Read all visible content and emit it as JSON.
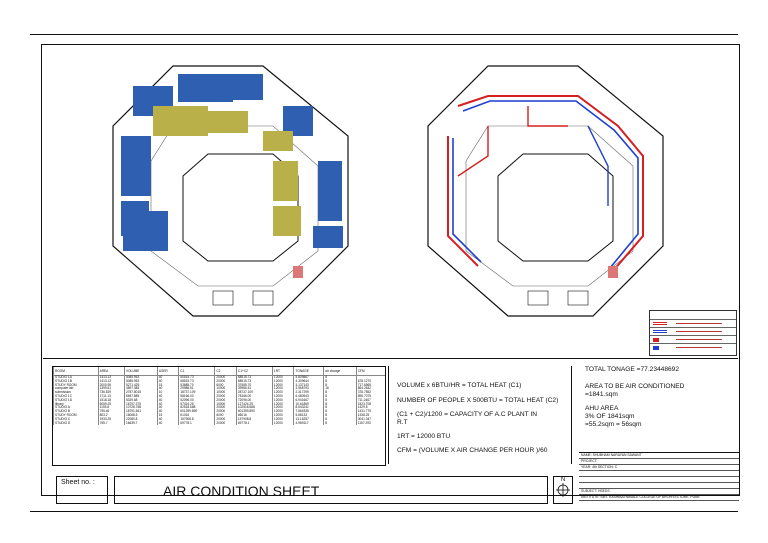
{
  "drawing_title": "AIR CONDITION SHEET",
  "sheet_label": "Sheet no. :",
  "north_label": "N",
  "table": {
    "headers": [
      "ROOM",
      "AREA",
      "VOLUME",
      "USER",
      "C1",
      "C2",
      "C1+C2",
      "1RT",
      "TONAGE",
      "air change",
      "CFM"
    ],
    "rows": [
      [
        "STUDIO 1A",
        "1413.13",
        "5085.953",
        "40",
        "50515.73",
        "20000",
        "68515.73",
        "12000",
        "5.809867",
        "8",
        ""
      ],
      [
        "STUDIO 1B",
        "1413.13",
        "5085.953",
        "40",
        "68515.73",
        "20000",
        "68515.73",
        "12000",
        "4.309644",
        "8",
        "678.1270"
      ],
      [
        "STUDY ROOM",
        "2000.95",
        "5271.425",
        "15",
        "53685.70",
        "6000",
        "37685.70",
        "12000",
        "3.137143",
        "8",
        "717.6565"
      ],
      [
        "computer lab",
        "1399.51",
        "4897.385",
        "40",
        "29985.51",
        "10000",
        "39985.51",
        "12000",
        "3.968793",
        "16",
        "864.2642"
      ],
      [
        "submission",
        "736.529",
        "2787.8015",
        "10",
        "18737.109",
        "10000",
        "28737.109",
        "12000",
        "2.317299",
        "8",
        "378.7852"
      ],
      [
        "STUDIO 1C",
        "1711.13",
        "6657.885",
        "40",
        "58166.00",
        "20000",
        "78166.00",
        "12000",
        "6.480943",
        "8",
        "895.7075"
      ],
      [
        "STUDIO 1D",
        "1518.18",
        "5329.68",
        "40",
        "52096.00",
        "20000",
        "72096.00",
        "12000",
        "6.941667",
        "8",
        "711.2467"
      ],
      [
        "library",
        "6059.25",
        "16797.375",
        "40",
        "97424.25",
        "10000",
        "127424.25",
        "12000",
        "10.61869",
        "8",
        "1523.708"
      ],
      [
        "STUDIO A",
        "1193.8",
        "10728.768",
        "40",
        "82518.688",
        "20000",
        "102518.688",
        "12000",
        "8.543241",
        "8",
        "1429.5"
      ],
      [
        "STUDIO B",
        "795.46",
        "18791.561",
        "40",
        "601359.890",
        "20000",
        "601359.890",
        "12000",
        "7.564335",
        "8",
        "1431.775"
      ],
      [
        "STUDY ROOM",
        "803.2",
        "16068.5",
        "15",
        "61016",
        "6000",
        "66016",
        "12000",
        "5.68133",
        "8",
        "1338.25"
      ],
      [
        "STUDIO C",
        "1933.25",
        "22080.8",
        "40",
        "157908.8",
        "20000",
        "157908.8",
        "12000",
        "13.16257",
        "8",
        "3041.347"
      ],
      [
        "STUDIO D",
        "755.7",
        "16639.7",
        "40",
        "69778.1",
        "20000",
        "69778.1",
        "12000",
        "4.989117",
        "8",
        "1157.293"
      ]
    ]
  },
  "formulas": [
    "VOLUME x 6BTU/HR = TOTAL HEAT (C1)",
    "NUMBER OF PEOPLE X 500BTU = TOTAL HEAT (C2)",
    "(C1 + C2)/1200 = CAPACITY OF A.C PLANT IN",
    "R.T",
    "1RT = 12000 BTU",
    "CFM = (VOLUME X AIR CHANGE PER HOUR )/60"
  ],
  "notes": [
    "TOTAL TONAGE =77.23448692",
    "AREA TO BE AIR CONDITIONED",
    "=1841.sqm",
    "AHU AREA",
    "3% OF 1841sqm",
    "=55.2sqm = 56sqm"
  ],
  "title_block": [
    "NAME: SHUBHAM NARAYAN SAWANT",
    "PROJECT:",
    "YEAR: 4th     SECTION: C",
    "",
    "",
    "",
    "SUBJECT: HSEDS",
    "INSTITUTE: SMT. KASHIBAI NAVALE COLLEGE OF ARCHITECTURE, PUNE"
  ],
  "colors": {
    "blue_zone": "#2f5fb0",
    "olive_zone": "#b9b04a",
    "duct_red": "#d42020",
    "duct_blue": "#1f3fd0",
    "outline": "#111111"
  }
}
